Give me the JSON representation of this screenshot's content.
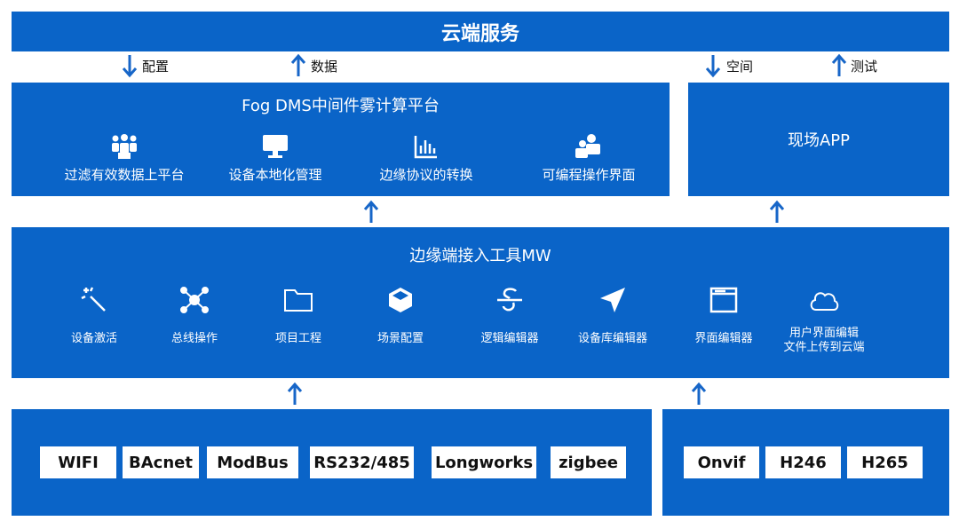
{
  "cloud": {
    "title": "云端服务"
  },
  "arrows": {
    "config": "配置",
    "data": "数据",
    "space": "空间",
    "test": "测试"
  },
  "fog": {
    "title": "Fog DMS中间件雾计算平台",
    "features": [
      {
        "icon": "group-users-icon",
        "label": "过滤有效数据上平台"
      },
      {
        "icon": "monitor-icon",
        "label": "设备本地化管理"
      },
      {
        "icon": "bar-chart-icon",
        "label": "边缘协议的转换"
      },
      {
        "icon": "team-icon",
        "label": "可编程操作界面"
      }
    ]
  },
  "app": {
    "title": "现场APP"
  },
  "mw": {
    "title": "边缘端接入工具MW",
    "tools": [
      {
        "icon": "magic-wand-icon",
        "label": "设备激活"
      },
      {
        "icon": "network-hub-icon",
        "label": "总线操作"
      },
      {
        "icon": "folder-icon",
        "label": "项目工程"
      },
      {
        "icon": "cube-icon",
        "label": "场景配置"
      },
      {
        "icon": "strikethrough-icon",
        "label": "逻辑编辑器"
      },
      {
        "icon": "navigation-arrow-icon",
        "label": "设备库编辑器"
      },
      {
        "icon": "window-icon",
        "label": "界面编辑器"
      },
      {
        "icon": "cloud-icon",
        "label": "用户界面编辑\n文件上传到云端"
      }
    ]
  },
  "protocols": [
    "WIFI",
    "BAcnet",
    "ModBus",
    "RS232/485",
    "Longworks",
    "zigbee"
  ],
  "video": [
    "Onvif",
    "H246",
    "H265"
  ]
}
